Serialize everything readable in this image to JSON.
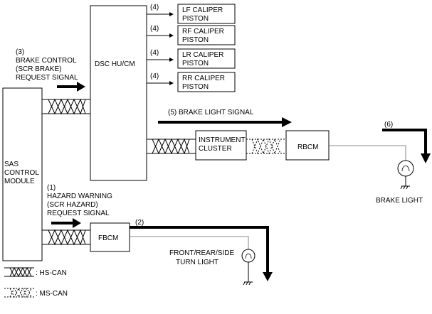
{
  "modules": {
    "sas_line1": "SAS",
    "sas_line2": "CONTROL",
    "sas_line3": "MODULE",
    "dsc": "DSC HU/CM",
    "fbcm": "FBCM",
    "rbcm": "RBCM",
    "cluster_line1": "INSTRUMENT",
    "cluster_line2": "CLUSTER"
  },
  "pistons": [
    {
      "label_line1": "LF CALIPER",
      "label_line2": "PISTON",
      "step": "(4)"
    },
    {
      "label_line1": "RF CALIPER",
      "label_line2": "PISTON",
      "step": "(4)"
    },
    {
      "label_line1": "LR CALIPER",
      "label_line2": "PISTON",
      "step": "(4)"
    },
    {
      "label_line1": "RR CALIPER",
      "label_line2": "PISTON",
      "step": "(4)"
    }
  ],
  "signals": {
    "brake_control": {
      "step": "(3)",
      "line1": "BRAKE CONTROL",
      "line2": "(SCR BRAKE)",
      "line3": "REQUEST SIGNAL"
    },
    "hazard": {
      "step": "(1)",
      "line1": "HAZARD WARNING",
      "line2": "(SCR HAZARD)",
      "line3": "REQUEST SIGNAL"
    },
    "brake_light_signal": "(5) BRAKE LIGHT SIGNAL",
    "step_2": "(2)",
    "step_6": "(6)"
  },
  "lights": {
    "turn_line1": "FRONT/REAR/SIDE",
    "turn_line2": "TURN LIGHT",
    "brake": "BRAKE LIGHT"
  },
  "legend": {
    "hs_can": ": HS-CAN",
    "ms_can": ": MS-CAN"
  }
}
